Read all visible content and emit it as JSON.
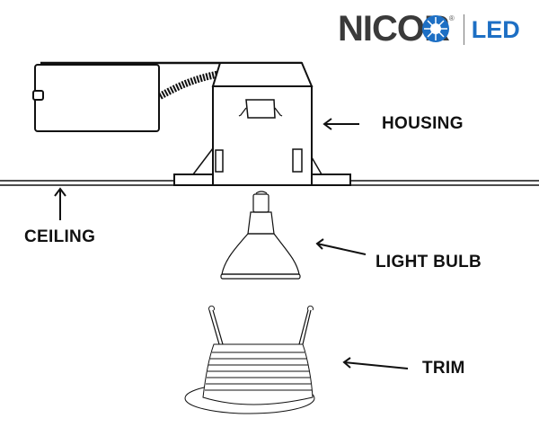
{
  "logo": {
    "brand": "NICOR",
    "registered": "®",
    "product": "LED",
    "brand_color": "#3a3a3a",
    "accent": "#1d6fc4"
  },
  "labels": {
    "housing": "HOUSING",
    "ceiling": "CEILING",
    "light_bulb": "LIGHT BULB",
    "trim": "TRIM"
  }
}
